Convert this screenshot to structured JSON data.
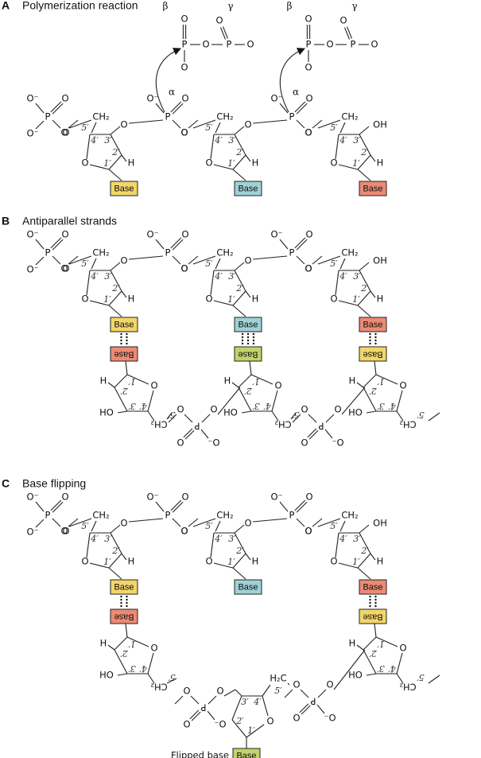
{
  "colors": {
    "yellow": "#f2d66a",
    "blue": "#9fd1d6",
    "salmon": "#ec8a74",
    "green": "#c3d26a",
    "line": "#222222"
  },
  "panels": [
    {
      "letter": "A",
      "title": "Polymerization reaction"
    },
    {
      "letter": "B",
      "title": "Antiparallel strands"
    },
    {
      "letter": "C",
      "title": "Base flipping"
    }
  ],
  "atoms": {
    "O": "O",
    "P": "P",
    "H": "H",
    "OH": "OH",
    "HO": "HO",
    "Ominus": "O⁻",
    "minusO": "⁻O",
    "CH2": "CH₂",
    "H2C": "H₂C",
    "pos1": "1′",
    "pos2": "2′",
    "pos3": "3′",
    "pos4": "4′",
    "pos5": "5′"
  },
  "greek": {
    "alpha": "α",
    "beta": "β",
    "gamma": "γ"
  },
  "base_label": "Base",
  "flipped_label": "Flipped base",
  "panelA": {
    "bases": [
      "yellow",
      "blue",
      "salmon"
    ]
  },
  "panelB": {
    "top_bases": [
      "yellow",
      "blue",
      "salmon"
    ],
    "bottom_bases": [
      "salmon",
      "green",
      "yellow"
    ],
    "hbonds": [
      2,
      3,
      2
    ]
  },
  "panelC": {
    "top_bases": [
      "yellow",
      "blue",
      "salmon"
    ],
    "bottom_bases": [
      "salmon",
      null,
      "yellow"
    ],
    "hbonds": [
      2,
      0,
      2
    ],
    "flipped_base": "green"
  }
}
